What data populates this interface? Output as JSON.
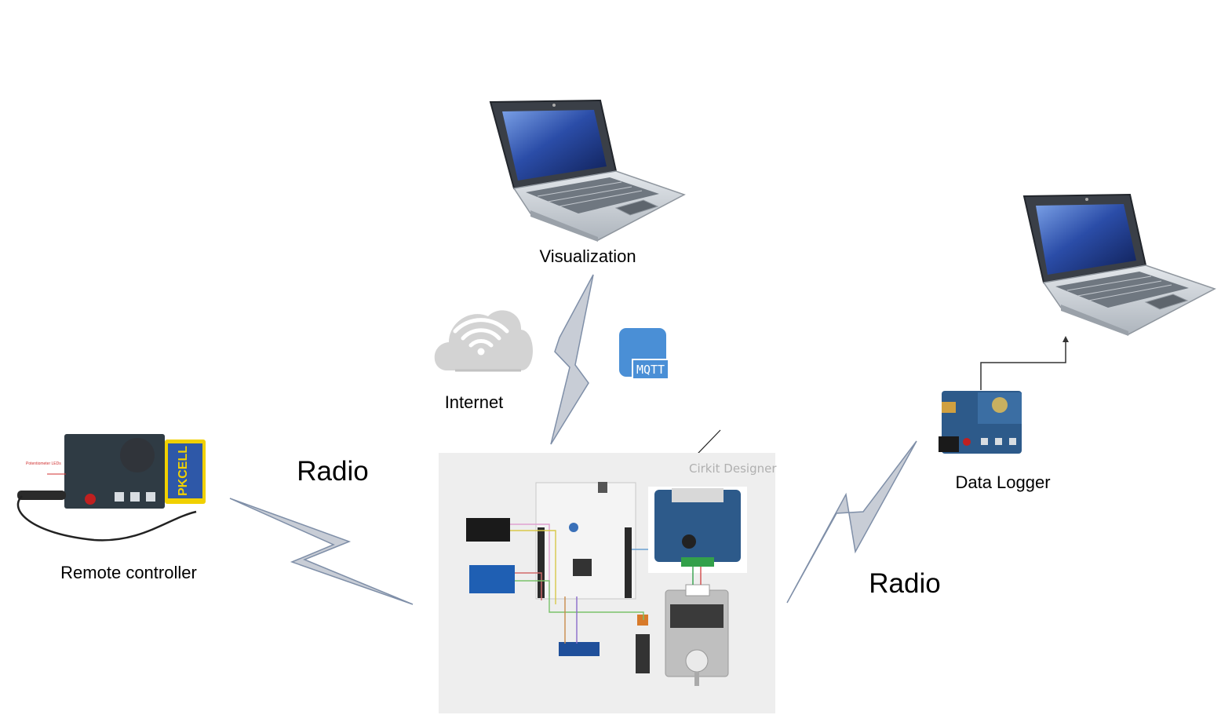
{
  "labels": {
    "visualization": "Visualization",
    "internet": "Internet",
    "mqtt": "MQTT",
    "radio_left": "Radio",
    "radio_right": "Radio",
    "remote_controller": "Remote controller",
    "data_logger": "Data Logger",
    "watermark": "Cirkit Designer",
    "battery_brand": "PKCELL",
    "board_note": "Potentiometer LEDs"
  },
  "colors": {
    "bolt_fill": "#c8cdd6",
    "bolt_stroke": "#7f8fa8",
    "cloud": "#d3d3d3",
    "mqtt_blue": "#4a8fd6",
    "circuit_bg": "#eeeeee",
    "board_blue": "#2d5a8a",
    "laptop_silver": "#c9cfd6",
    "laptop_screen": "#1f3f8f"
  },
  "icons": [
    "laptop-icon",
    "cloud-wifi-icon",
    "mqtt-icon",
    "lightning-bolt-icon",
    "arrow-icon"
  ]
}
